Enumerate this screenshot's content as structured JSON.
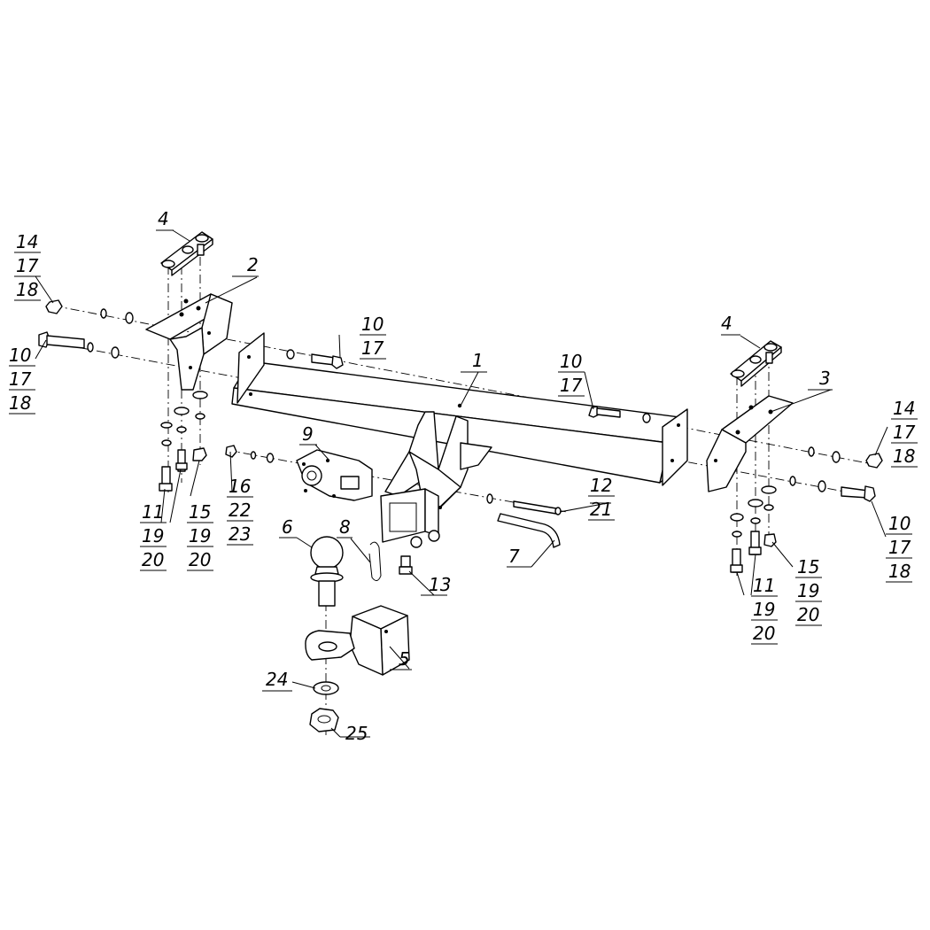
{
  "callouts": [
    {
      "id": "c-1",
      "lines": [
        "1"
      ]
    },
    {
      "id": "c-2",
      "lines": [
        "2"
      ]
    },
    {
      "id": "c-3",
      "lines": [
        "3"
      ]
    },
    {
      "id": "c-4a",
      "lines": [
        "4"
      ]
    },
    {
      "id": "c-4b",
      "lines": [
        "4"
      ]
    },
    {
      "id": "c-5",
      "lines": [
        "5"
      ]
    },
    {
      "id": "c-6",
      "lines": [
        "6"
      ]
    },
    {
      "id": "c-7",
      "lines": [
        "7"
      ]
    },
    {
      "id": "c-8",
      "lines": [
        "8"
      ]
    },
    {
      "id": "c-9",
      "lines": [
        "9"
      ]
    },
    {
      "id": "c-10a",
      "lines": [
        "10",
        "17",
        "18"
      ]
    },
    {
      "id": "c-10b",
      "lines": [
        "10",
        "17"
      ]
    },
    {
      "id": "c-10c",
      "lines": [
        "10",
        "17"
      ]
    },
    {
      "id": "c-10d",
      "lines": [
        "10",
        "17",
        "18"
      ]
    },
    {
      "id": "c-11a",
      "lines": [
        "11",
        "19",
        "20"
      ]
    },
    {
      "id": "c-11b",
      "lines": [
        "11",
        "19",
        "20"
      ]
    },
    {
      "id": "c-12",
      "lines": [
        "12",
        "21"
      ]
    },
    {
      "id": "c-13",
      "lines": [
        "13"
      ]
    },
    {
      "id": "c-14a",
      "lines": [
        "14",
        "17",
        "18"
      ]
    },
    {
      "id": "c-14b",
      "lines": [
        "14",
        "17",
        "18"
      ]
    },
    {
      "id": "c-15a",
      "lines": [
        "15",
        "19",
        "20"
      ]
    },
    {
      "id": "c-15b",
      "lines": [
        "15",
        "19",
        "20"
      ]
    },
    {
      "id": "c-16",
      "lines": [
        "16",
        "22",
        "23"
      ]
    },
    {
      "id": "c-24",
      "lines": [
        "24"
      ]
    },
    {
      "id": "c-25",
      "lines": [
        "25"
      ]
    }
  ]
}
